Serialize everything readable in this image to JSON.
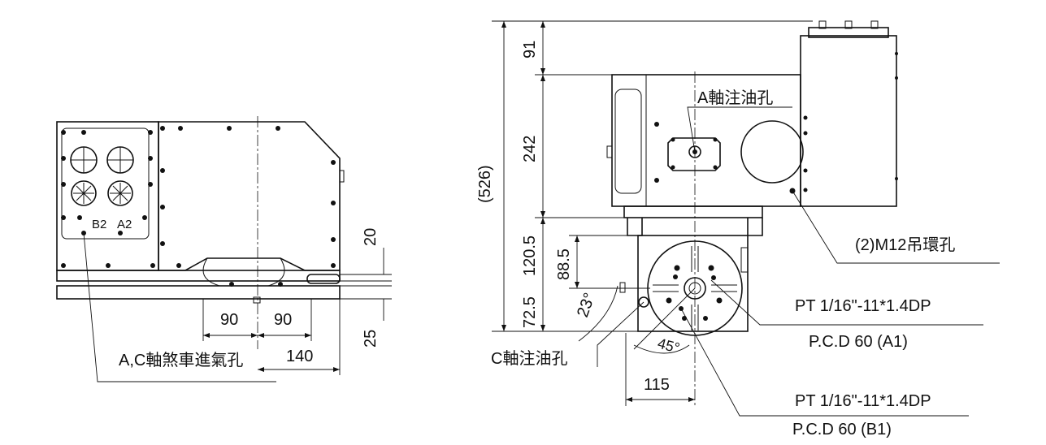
{
  "left_view": {
    "labels": {
      "port_b2": "B2",
      "port_a2": "A2",
      "brake_air_hole": "A,C軸煞車進氣孔"
    },
    "dimensions": {
      "d90_left": "90",
      "d90_right": "90",
      "d140": "140",
      "d20": "20",
      "d25": "25"
    }
  },
  "right_view": {
    "labels": {
      "a_axis_oil_hole": "A軸注油孔",
      "c_axis_oil_hole": "C軸注油孔",
      "m12_lifting_hole": "(2)M12吊環孔",
      "pt_a1": "PT 1/16\"-11*1.4DP",
      "pcd_a1": "P.C.D 60 (A1)",
      "pt_b1": "PT 1/16\"-11*1.4DP",
      "pcd_b1": "P.C.D 60 (B1)"
    },
    "dimensions": {
      "d526": "(526)",
      "d91": "91",
      "d242": "242",
      "d120_5": "120.5",
      "d88_5": "88.5",
      "d72_5": "72.5",
      "d115": "115",
      "angle23": "23°",
      "angle45": "45°"
    }
  }
}
